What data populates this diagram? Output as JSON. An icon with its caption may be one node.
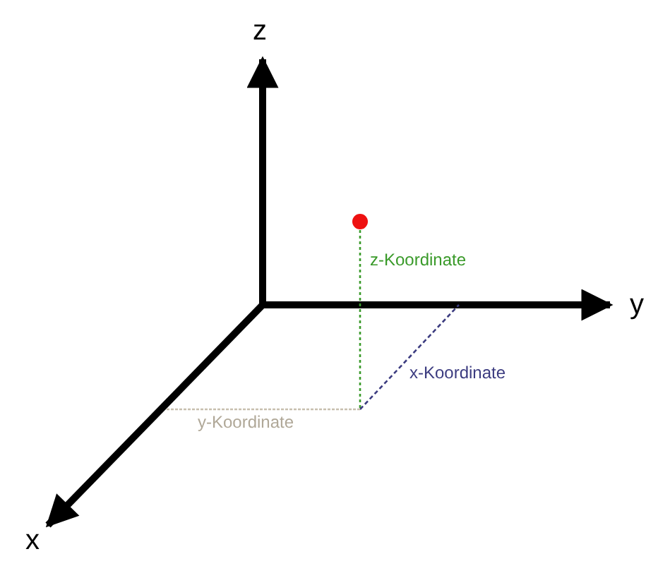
{
  "diagram": {
    "nodes": [
      {
        "text": [],
        "shape": "circle"
      }
    ],
    "labels": [
      "z",
      "z-Koordinate",
      "y",
      "x-Koordinate",
      "y-Koordinate",
      "x"
    ]
  }
}
